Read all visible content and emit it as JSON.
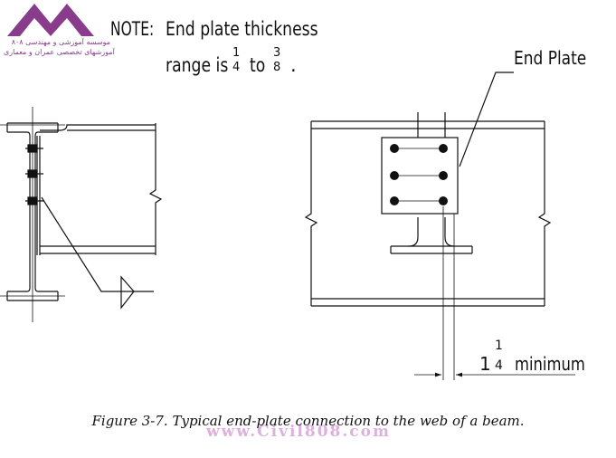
{
  "logo": {
    "line1": "موسسه آموزشی و مهندسی ۸۰۸",
    "line2": "آموزشهای تخصصی عمران و معماری"
  },
  "note": {
    "label": "NOTE:",
    "line1": "End plate thickness",
    "line2_prefix": "range is",
    "frac1": {
      "num": "1",
      "den": "4"
    },
    "to": "to",
    "frac2": {
      "num": "3",
      "den": "8"
    },
    "end": "."
  },
  "end_plate_label": "End Plate",
  "minimum_dim": {
    "whole": "1",
    "num": "1",
    "den": "4",
    "word": "minimum"
  },
  "caption": "Figure 3-7.  Typical end-plate connection to the web of a beam.",
  "watermark": "www.Civil808.com",
  "colors": {
    "line": "#111111",
    "logo": "#8a3c8c",
    "watermark": "#d9a3d9"
  }
}
